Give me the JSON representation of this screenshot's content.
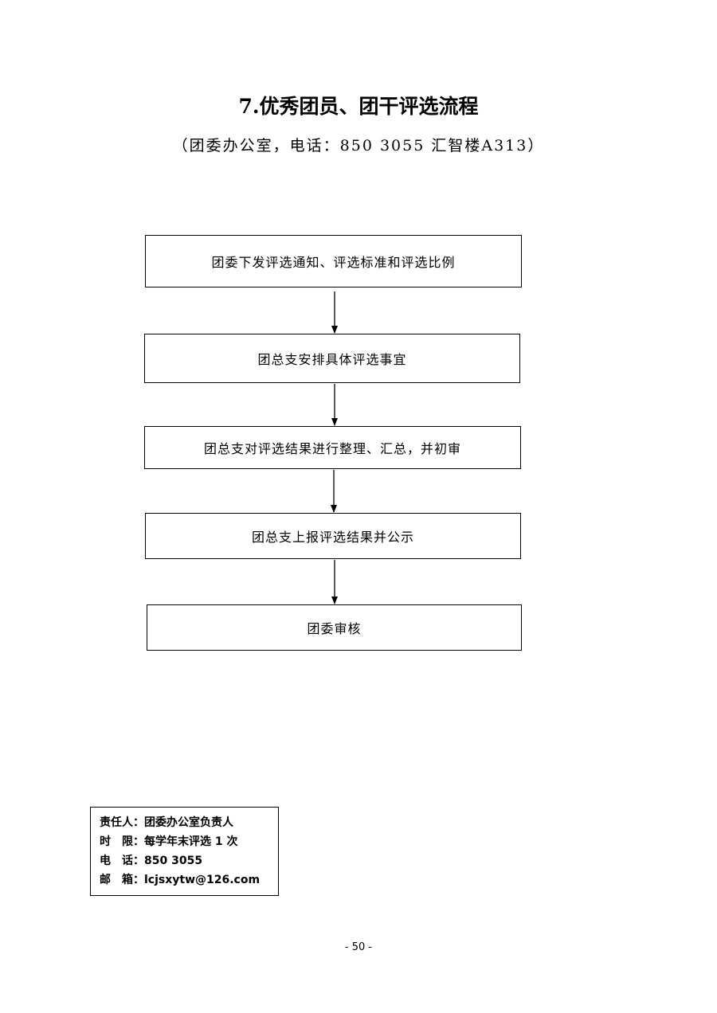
{
  "document": {
    "title": "7.优秀团员、团干评选流程",
    "subtitle": "（团委办公室，电话：850 3055 汇智楼A313）",
    "page_number": "- 50 -"
  },
  "flow": {
    "steps": [
      "团委下发评选通知、评选标准和评选比例",
      "团总支安排具体评选事宜",
      "团总支对评选结果进行整理、汇总，并初审",
      "团总支上报评选结果并公示",
      "团委审核"
    ]
  },
  "info": {
    "rows": [
      "责任人：团委办公室负责人",
      "时　限：每学年末评选 1 次",
      "电　话：850 3055",
      "邮　箱：lcjsxytw@126.com"
    ]
  }
}
